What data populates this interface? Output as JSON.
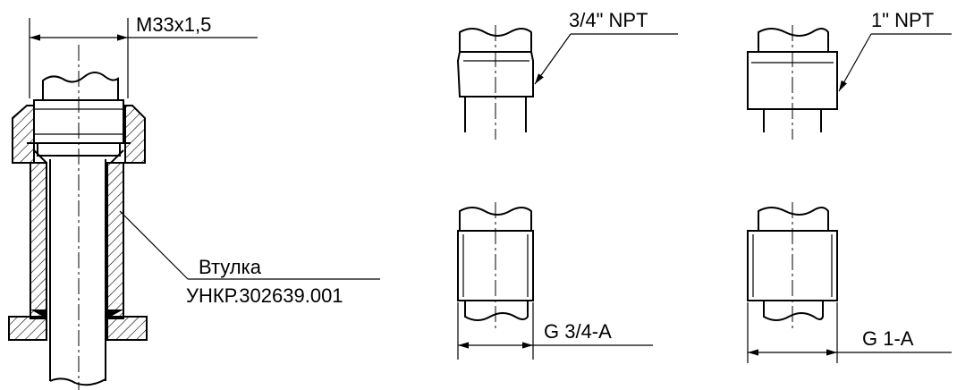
{
  "labels": {
    "main_thread": "M33x1,5",
    "bushing_name": "Втулка",
    "bushing_code": "УНКР.302639.001",
    "npt_34": "3/4\" NPT",
    "npt_1": "1\" NPT",
    "g_34": "G 3/4-A",
    "g_1": "G 1-A"
  },
  "colors": {
    "line": "#000000",
    "background": "#ffffff"
  }
}
